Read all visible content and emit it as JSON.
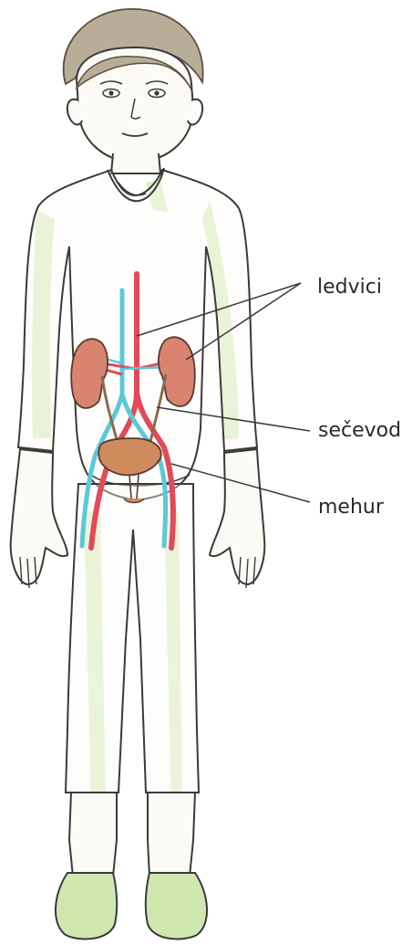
{
  "labels": {
    "kidneys": "ledvici",
    "ureter": "sečevod",
    "bladder": "mehur"
  },
  "colors": {
    "outline": "#3a3a3a",
    "hair": "#b8ae98",
    "skin": "#fbfaf4",
    "clothing_tint": "#dff0c8",
    "kidney": "#d98470",
    "bladder": "#cf8a5e",
    "artery": "#e04a5a",
    "vein": "#5cc8d8",
    "shoe": "#cfe8b0"
  }
}
